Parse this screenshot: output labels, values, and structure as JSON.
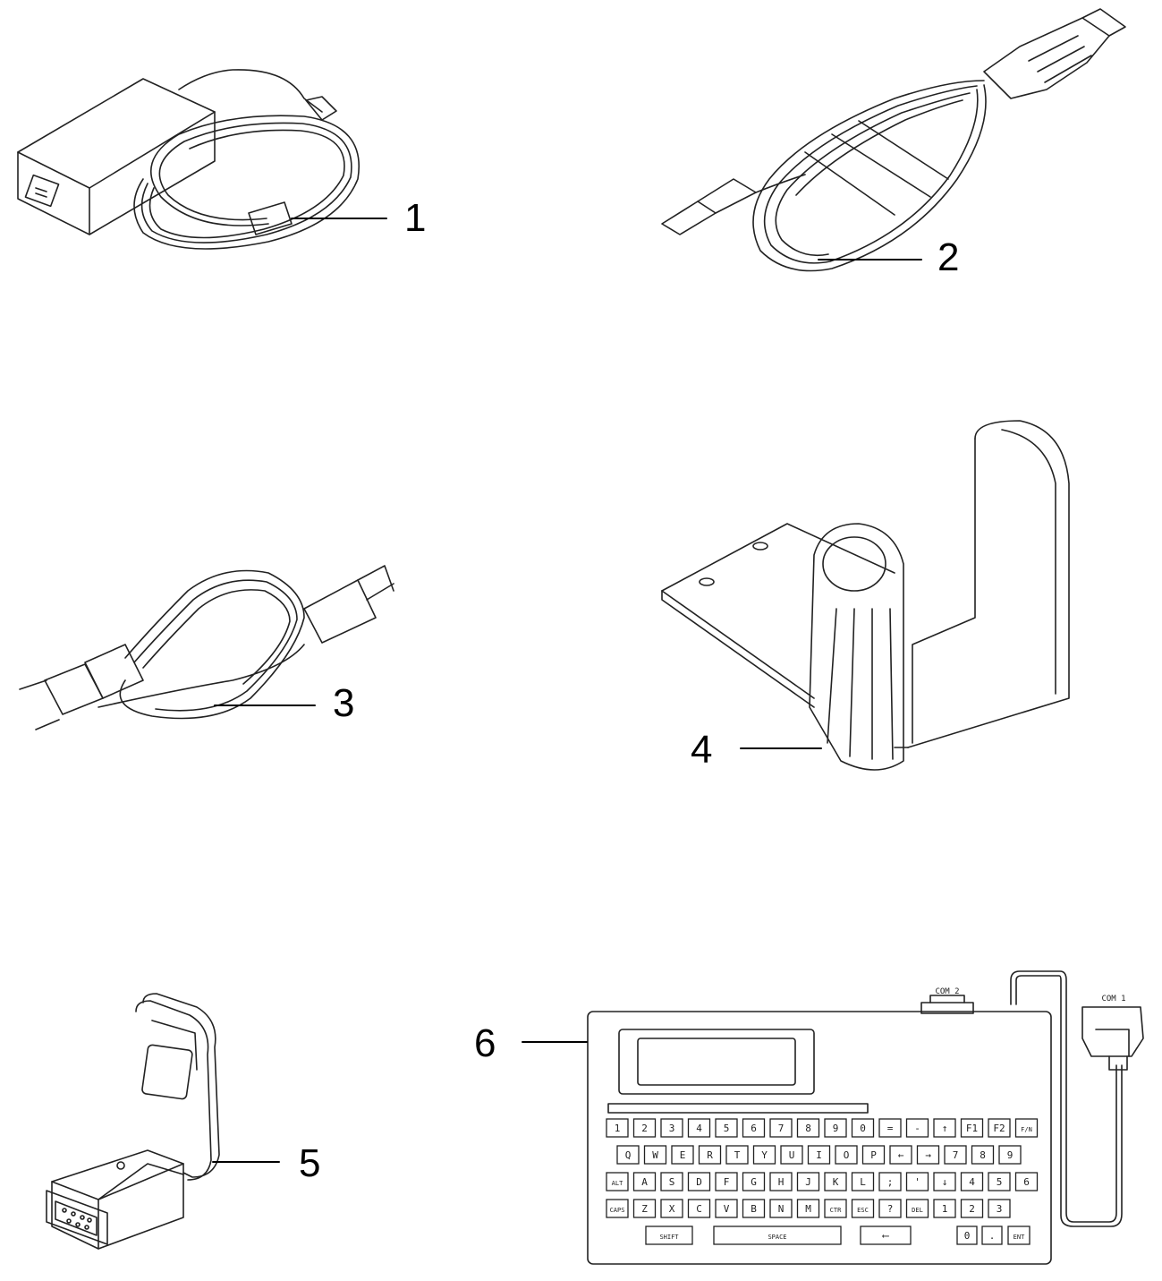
{
  "callouts": {
    "c1": "1",
    "c2": "2",
    "c3": "3",
    "c4": "4",
    "c5": "5",
    "c6": "6"
  },
  "keypad": {
    "port_label_left": "COM 2",
    "port_label_right": "COM 1",
    "rows": [
      [
        "1",
        "2",
        "3",
        "4",
        "5",
        "6",
        "7",
        "8",
        "9",
        "0",
        "=",
        "-",
        "↑",
        "F1",
        "F2",
        "F/N"
      ],
      [
        "Q",
        "W",
        "E",
        "R",
        "T",
        "Y",
        "U",
        "I",
        "O",
        "P",
        "←",
        "→",
        "7",
        "8",
        "9"
      ],
      [
        "ALT",
        "A",
        "S",
        "D",
        "F",
        "G",
        "H",
        "J",
        "K",
        "L",
        ";",
        "'",
        "↓",
        "4",
        "5",
        "6"
      ],
      [
        "CAPS",
        "Z",
        "X",
        "C",
        "V",
        "B",
        "N",
        "M",
        "CTR",
        "ESC",
        "?",
        "DEL",
        "1",
        "2",
        "3"
      ]
    ],
    "bottom": {
      "shift": "SHIFT",
      "space": "SPACE",
      "enter": "⟵",
      "zero": "0",
      "dot": ".",
      "end": "ENT"
    }
  },
  "colors": {
    "ink": "#000000",
    "paper": "#ffffff"
  }
}
